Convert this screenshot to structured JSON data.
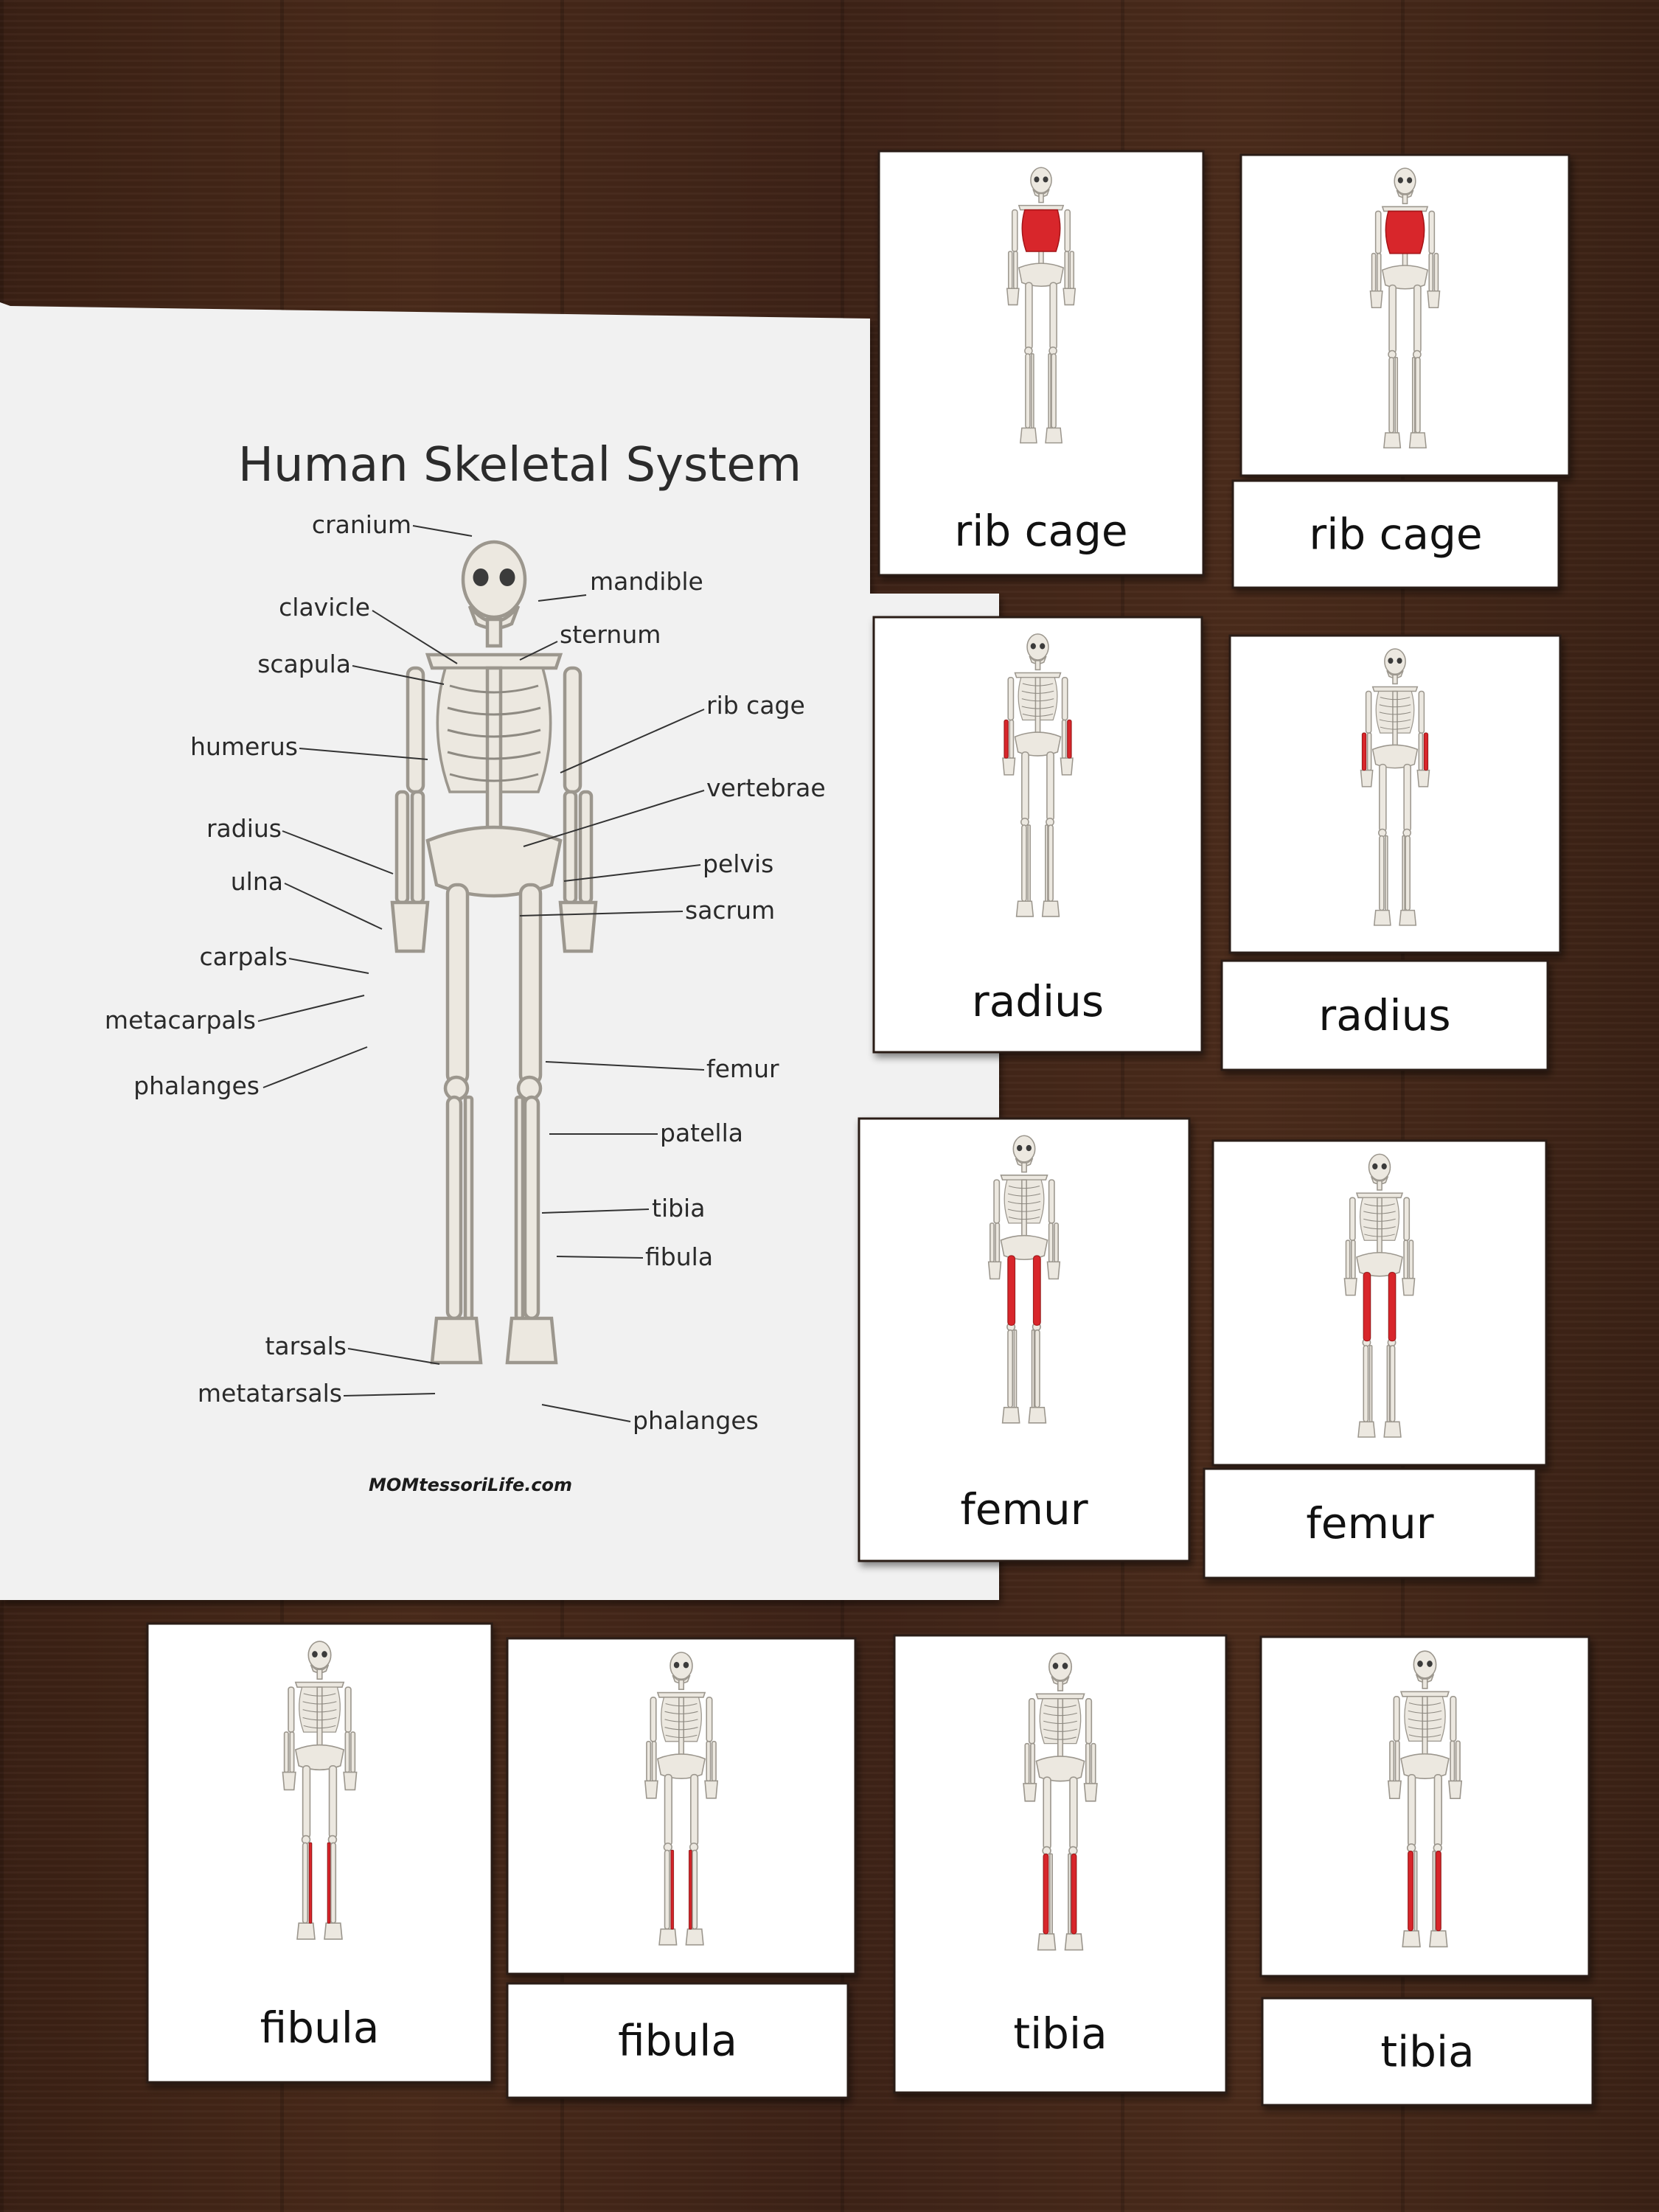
{
  "chart_data": {
    "type": "diagram",
    "title": "Human Skeletal System",
    "credit": "MOMtessoriLife.com",
    "labels_left": [
      "cranium",
      "clavicle",
      "scapula",
      "humerus",
      "radius",
      "ulna",
      "carpals",
      "metacarpals",
      "phalanges",
      "tarsals",
      "metatarsals"
    ],
    "labels_right": [
      "mandible",
      "sternum",
      "rib cage",
      "vertebrae",
      "pelvis",
      "sacrum",
      "femur",
      "patella",
      "tibia",
      "fibula",
      "phalanges"
    ]
  },
  "cards": [
    {
      "word": "rib cage",
      "highlight": "ribcage"
    },
    {
      "word": "rib cage",
      "highlight": "ribcage"
    },
    {
      "word": "radius",
      "highlight": "radius"
    },
    {
      "word": "radius",
      "highlight": "radius"
    },
    {
      "word": "femur",
      "highlight": "femur"
    },
    {
      "word": "femur",
      "highlight": "femur"
    },
    {
      "word": "fibula",
      "highlight": "fibula"
    },
    {
      "word": "fibula",
      "highlight": "fibula"
    },
    {
      "word": "tibia",
      "highlight": "tibia"
    },
    {
      "word": "tibia",
      "highlight": "tibia"
    }
  ],
  "colors": {
    "highlight": "#d8262b",
    "bone": "#ece8e0",
    "bone_outline": "#9c978e",
    "paper": "#f1f1f1",
    "card": "#ffffff"
  }
}
